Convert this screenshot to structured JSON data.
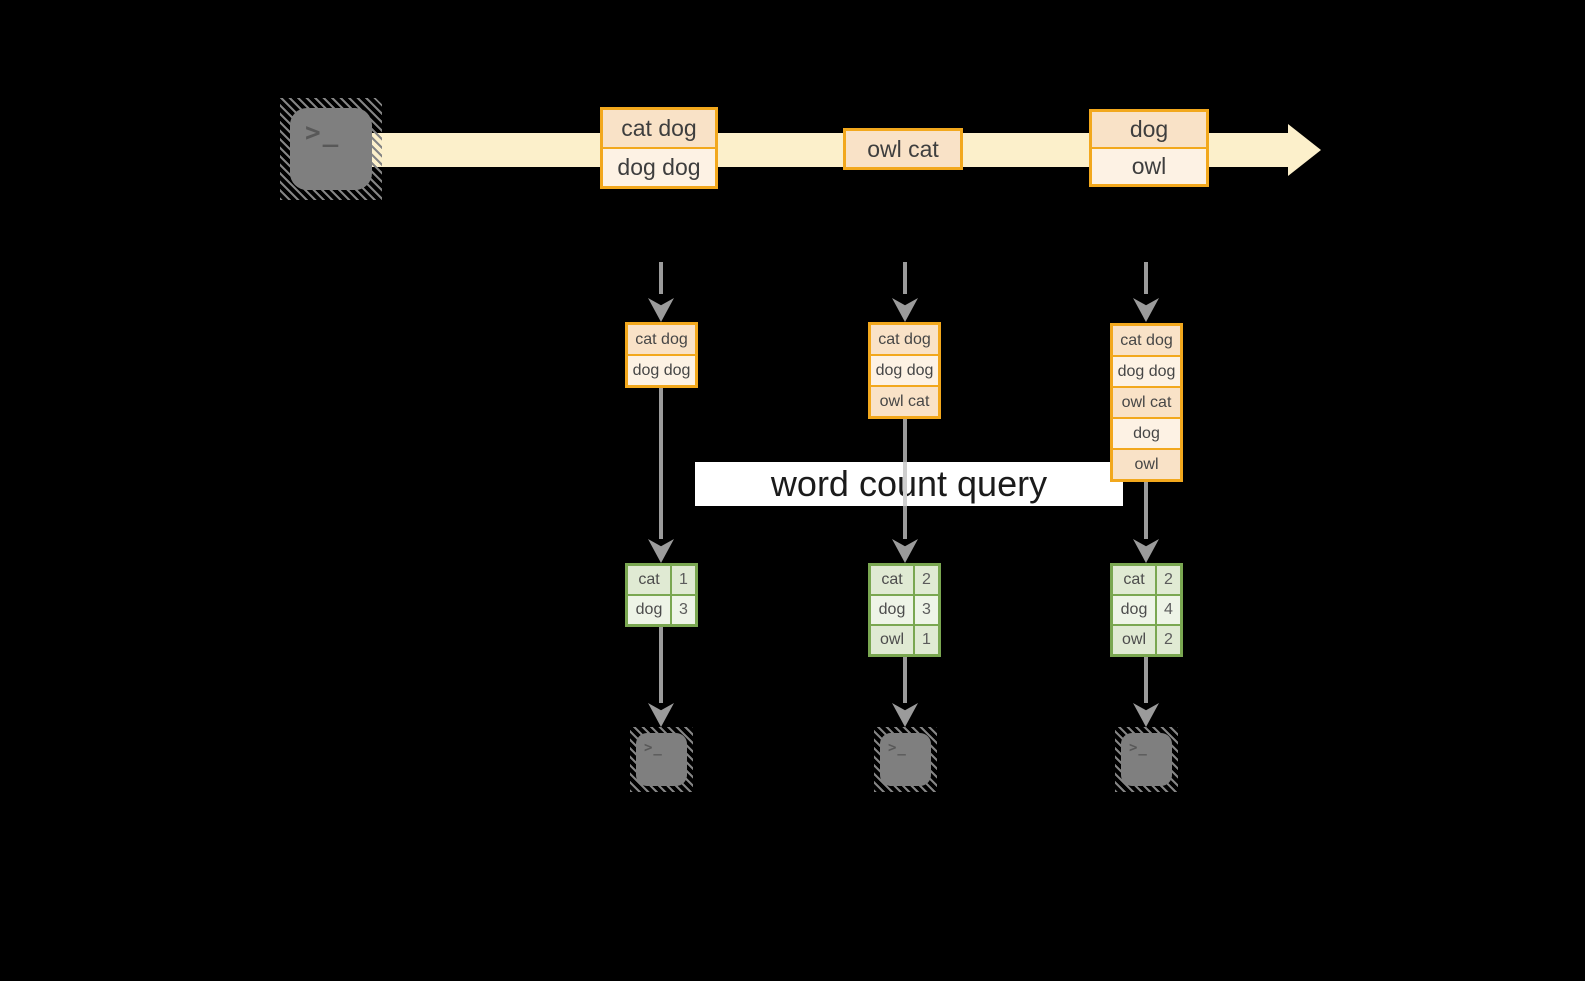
{
  "title": "word count query stream diagram",
  "query_banner": {
    "label": "word count query"
  },
  "icons": {
    "terminal_prompt": ">_"
  },
  "stream": {
    "events": [
      {
        "lines": [
          "cat dog",
          "dog dog"
        ]
      },
      {
        "lines": [
          "owl cat"
        ]
      },
      {
        "lines": [
          "dog",
          "owl"
        ]
      }
    ]
  },
  "columns": [
    {
      "state": [
        "cat dog",
        "dog dog"
      ],
      "counts": [
        [
          "cat",
          "1"
        ],
        [
          "dog",
          "3"
        ]
      ]
    },
    {
      "state": [
        "cat dog",
        "dog dog",
        "owl cat"
      ],
      "counts": [
        [
          "cat",
          "2"
        ],
        [
          "dog",
          "3"
        ],
        [
          "owl",
          "1"
        ]
      ]
    },
    {
      "state": [
        "cat dog",
        "dog dog",
        "owl cat",
        "dog",
        "owl"
      ],
      "counts": [
        [
          "cat",
          "2"
        ],
        [
          "dog",
          "4"
        ],
        [
          "owl",
          "2"
        ]
      ]
    }
  ],
  "colors": {
    "bg": "#000000",
    "stream": "#fcf0cb",
    "orange": "#f2a81d",
    "peach_dark": "#f9e2c7",
    "peach_light": "#fdf2e4",
    "green": "#7aa751",
    "green_dark": "#e0ead3",
    "green_light": "#eef4e7",
    "gray": "#9b9b9b",
    "banner": "#ffffff"
  }
}
